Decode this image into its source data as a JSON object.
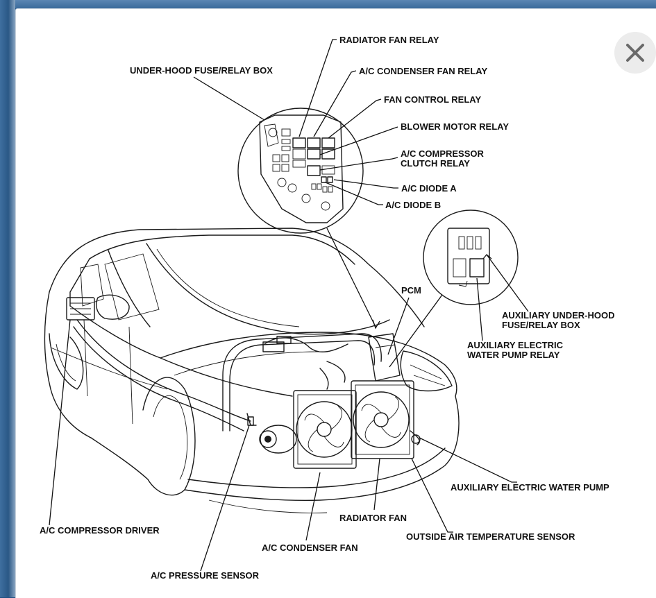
{
  "window": {
    "close_icon": "close-x-icon"
  },
  "labels": {
    "radiator_fan_relay": "RADIATOR FAN RELAY",
    "under_hood_box": "UNDER-HOOD FUSE/RELAY BOX",
    "ac_condenser_fan_relay": "A/C CONDENSER FAN RELAY",
    "fan_control_relay": "FAN CONTROL RELAY",
    "blower_motor_relay": "BLOWER MOTOR RELAY",
    "ac_compressor_clutch_relay_1": "A/C COMPRESSOR",
    "ac_compressor_clutch_relay_2": "CLUTCH RELAY",
    "ac_diode_a": "A/C DIODE A",
    "ac_diode_b": "A/C DIODE B",
    "pcm": "PCM",
    "aux_box_1": "AUXILIARY UNDER-HOOD",
    "aux_box_2": "FUSE/RELAY BOX",
    "aux_pump_relay_1": "AUXILIARY ELECTRIC",
    "aux_pump_relay_2": "WATER PUMP RELAY",
    "aux_water_pump": "AUXILIARY ELECTRIC WATER PUMP",
    "radiator_fan": "RADIATOR FAN",
    "ac_compressor_driver": "A/C COMPRESSOR DRIVER",
    "outside_air_temp_sensor": "OUTSIDE AIR TEMPERATURE SENSOR",
    "ac_condenser_fan": "A/C CONDENSER FAN",
    "ac_pressure_sensor": "A/C PRESSURE SENSOR"
  }
}
